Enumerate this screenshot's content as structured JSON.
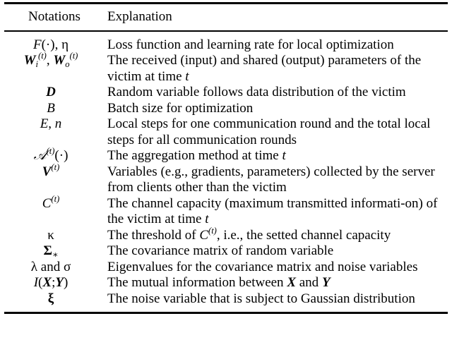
{
  "table": {
    "columns": [
      "Notations",
      "Explanation"
    ],
    "rows": [
      {
        "notation_text": "F(·), η",
        "explanation": "Loss function and learning rate for local optimization"
      },
      {
        "notation_text": "W_i^(t), W_o^(t)",
        "explanation": "The received (input) and shared (output) parameters of the victim at time t"
      },
      {
        "notation_text": "D",
        "explanation": "Random variable follows data distribution of the victim"
      },
      {
        "notation_text": "B",
        "explanation": "Batch size for optimization"
      },
      {
        "notation_text": "E, n",
        "explanation": "Local steps for one communication round and the total local steps for all communication rounds"
      },
      {
        "notation_text": "𝒜^(t)(·)",
        "explanation": "The aggregation method at time t"
      },
      {
        "notation_text": "V^(t)",
        "explanation": "Variables (e.g., gradients, parameters) collected by the server from clients other than the victim"
      },
      {
        "notation_text": "C^(t)",
        "explanation": "The channel capacity (maximum transmitted informati-on) of the victim at time t"
      },
      {
        "notation_text": "κ",
        "explanation": "The threshold of C^(t), i.e., the setted channel capacity"
      },
      {
        "notation_text": "Σ_*",
        "explanation": "The covariance matrix of random variable"
      },
      {
        "notation_text": "λ and σ",
        "explanation": "Eigenvalues for the covariance matrix and noise variables"
      },
      {
        "notation_text": "I(X;Y)",
        "explanation": "The mutual information between X and Y"
      },
      {
        "notation_text": "ξ",
        "explanation": "The noise variable that is subject to Gaussian distribution"
      }
    ]
  },
  "symbols": {
    "cdot": "·",
    "eta": "η",
    "kappa": "κ",
    "Sigma": "Σ",
    "lambda": "λ",
    "sigma": "σ",
    "xi": "ξ",
    "script_A": "𝒜",
    "asterisk": "∗",
    "semicolon": ";",
    "hyphen": "-"
  },
  "style": {
    "text_color": "#000000",
    "background_color": "#ffffff",
    "rule_color": "#000000"
  }
}
